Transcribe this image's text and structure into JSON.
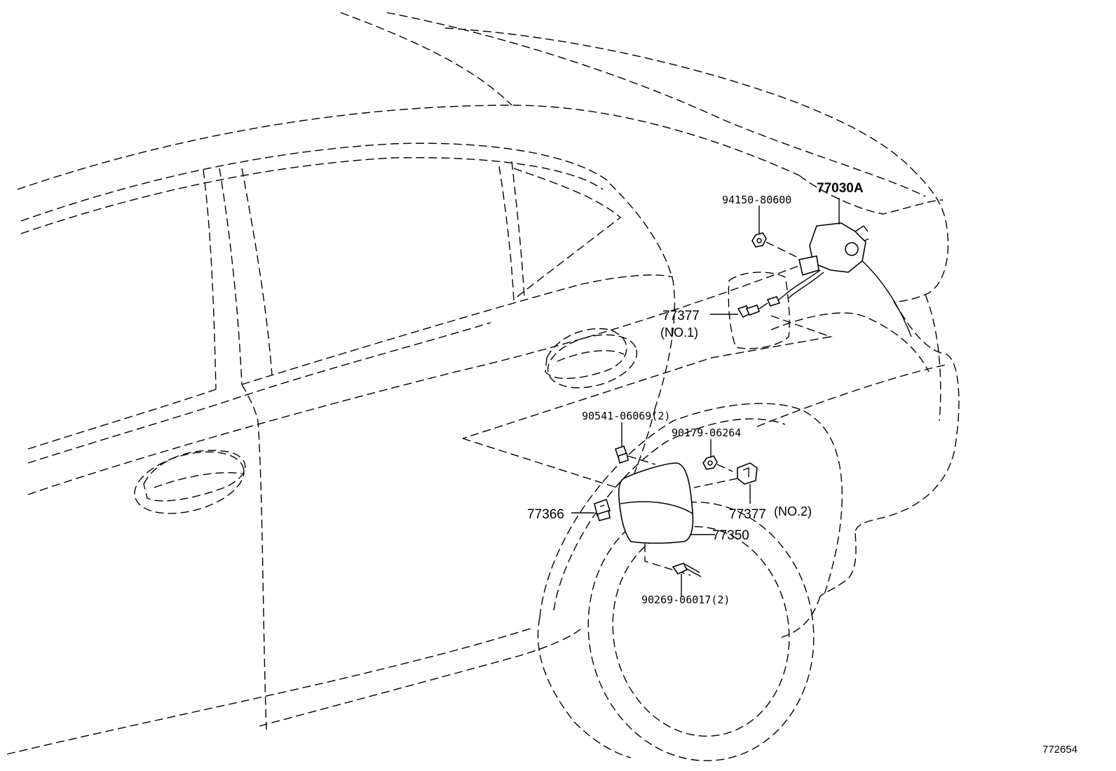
{
  "diagram": {
    "reference_number": "772654",
    "parts": {
      "lock_actuator": "77030A",
      "nut": "94150-80600",
      "spring_no1": "77377",
      "spring_no1_note": "(NO.1)",
      "bolt": "90541-06069(2)",
      "nut2": "90179-06264",
      "hinge": "77366",
      "spring_no2": "77377",
      "spring_no2_note": "(NO.2)",
      "fuel_lid": "77350",
      "clip": "90269-06017(2)"
    }
  }
}
